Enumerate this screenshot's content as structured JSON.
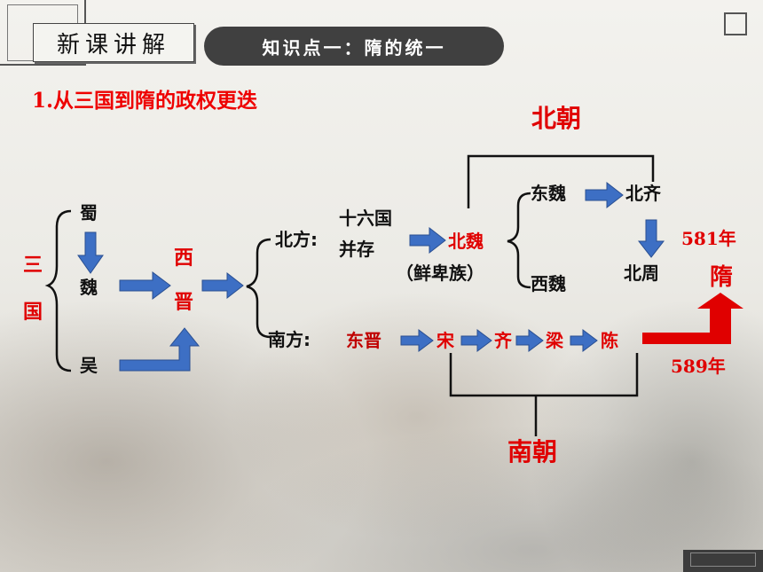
{
  "header": {
    "section_title": "新课讲解",
    "knowledge_point": "知识点一：隋的统一"
  },
  "heading": "1.从三国到隋的政权更迭",
  "diagram": {
    "san_guo": [
      "三",
      "国"
    ],
    "three_states": [
      "蜀",
      "魏",
      "吴"
    ],
    "xi_jin": [
      "西",
      "晋"
    ],
    "north_label": "北方:",
    "sixteen_kingdoms": [
      "十六国",
      "并存"
    ],
    "bei_wei": "北魏",
    "xianbei": "（鲜卑族）",
    "dong_wei": "东魏",
    "xi_wei": "西魏",
    "bei_qi": "北齐",
    "bei_zhou": "北周",
    "northern_dynasties": "北朝",
    "south_label": "南方:",
    "southern_chain": [
      "东晋",
      "宋",
      "齐",
      "梁",
      "陈"
    ],
    "southern_dynasties": "南朝",
    "sui": "隋",
    "year_581": "581年",
    "year_589": "589年"
  },
  "colors": {
    "arrow_blue": "#3d6fc4",
    "arrow_red": "#e00000",
    "text_red": "#e00000",
    "pill_bg": "#404040"
  }
}
